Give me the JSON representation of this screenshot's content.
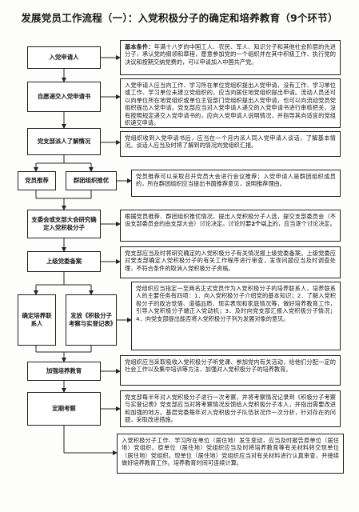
{
  "title": "发展党员工作流程（一）：入党积极分子的确定和培养教育（9个环节）",
  "steps": {
    "s1": "入党申请人",
    "s2": "自愿递交入党申请书",
    "s3": "党支部派人了解情况",
    "s4a": "党员推荐",
    "s4b": "群团组织推优",
    "s5": "支委会或支部大会研究确定入党积极分子",
    "s6": "上级党委备案",
    "s7a": "确定培养联系人",
    "s7b": "发放《积极分子考察与实登记表》",
    "s8": "加强培养教育",
    "s9": "定期考察"
  },
  "descs": {
    "d1_label": "基本条件：",
    "d1_text": "年满十八岁的中国工人、农民、军人、知识分子和其他社会阶层的先进分子，承认党的纲领和章程，愿意参加党的一个组织并在其中积极工作、执行党的决议和按期交纳党费的，可以申请加入中国共产党。",
    "d2": "入党申请人应当向工作、学习所在单位党组织提出入党申请，没有工作、学习单位或工作、学习单位未建立党组织的，应当向居住地党组织提出申请。流动人员还可以向单位所在地党组织或单位主管部门党组织提出入党申请，也可以向流动党员党组织提出入党申请。党支部应当对入党申请人递交的入党申请书进行审核把关，没有按照规定递交入党申请书的，应向入党申请人说明情况，并指导其向适宜的党组织递交申请。",
    "d3": "党组织收到入党申请书后，应当在一个月内派人同入党申请人谈话，了解基本情况。谈话人应当及时将了解到的情况向党组织汇报。",
    "d4": "党员推荐可以采取召开党员大会进行会议推荐；入党申请人是群团组织成员的，所在群团组织应当提出书面推荐意见，说明推荐理由。",
    "d5_pre": "根据党员推荐、群团组织推优情况，提出入党积极分子人选，提交支部委员会（不设支部委员会的由支部大会）讨论决定。讨论时要",
    "d5_bold": "2个以上",
    "d5_post": "的，应当逐个讨论决定。",
    "d6": "党支部应当及时将研究确定的入党积极分子有关情况报上级党委备案。上级党委应对党支部确定入党积极分子的有关工作程序进行审查，发现问题应当及时调查处理，不符合条件的取消入党积极分子资格。",
    "d7": "党组织应当指定一至两名正式党员作为入党积极分子的培养联系人，培养联系人的主要任务有四项：1．向入党积极分子介绍党的基本知识；2．了解入党积极分子的政治觉悟、道德品质、现实表现和家庭情况等，做好培养教育工作，引导入党积极分子端正入党动机；3．及时向党支部汇报入党积极分子情况；4．向党支部提出能否将入党积极分子列为发展对象的意见。",
    "d8": "党组织应当采取吸收入党积极分子听党课、参加党内有关活动，给他们分配一定的社会工作以及集中培训等方法，加强对入党积极分子的培养教育。",
    "d9": "党支部每半年对入党积极分子进行一次考察，并将考察情况记录到《积极分子考察与实登记表》党支部应当对将考察情况反馈给入党积极分子本人，并指出需要改进和加强的地方。基层党委每年对入党积极分子队伍状况作一次分析，针对存在的问题，采取改进措施。",
    "d10": "入党积极分子工作、学习所在单位（居住地）发生变动，应当及时报告原单位（居住地）党组织。原单位（居住地）党组织应当及时将培养教育等有关材料转交现单位（居住地）党组织。现单位（居住地）党组织应当对有关材料进行认真审查，并接续做好培养教育工作。培养教育时间可连续计算。"
  }
}
